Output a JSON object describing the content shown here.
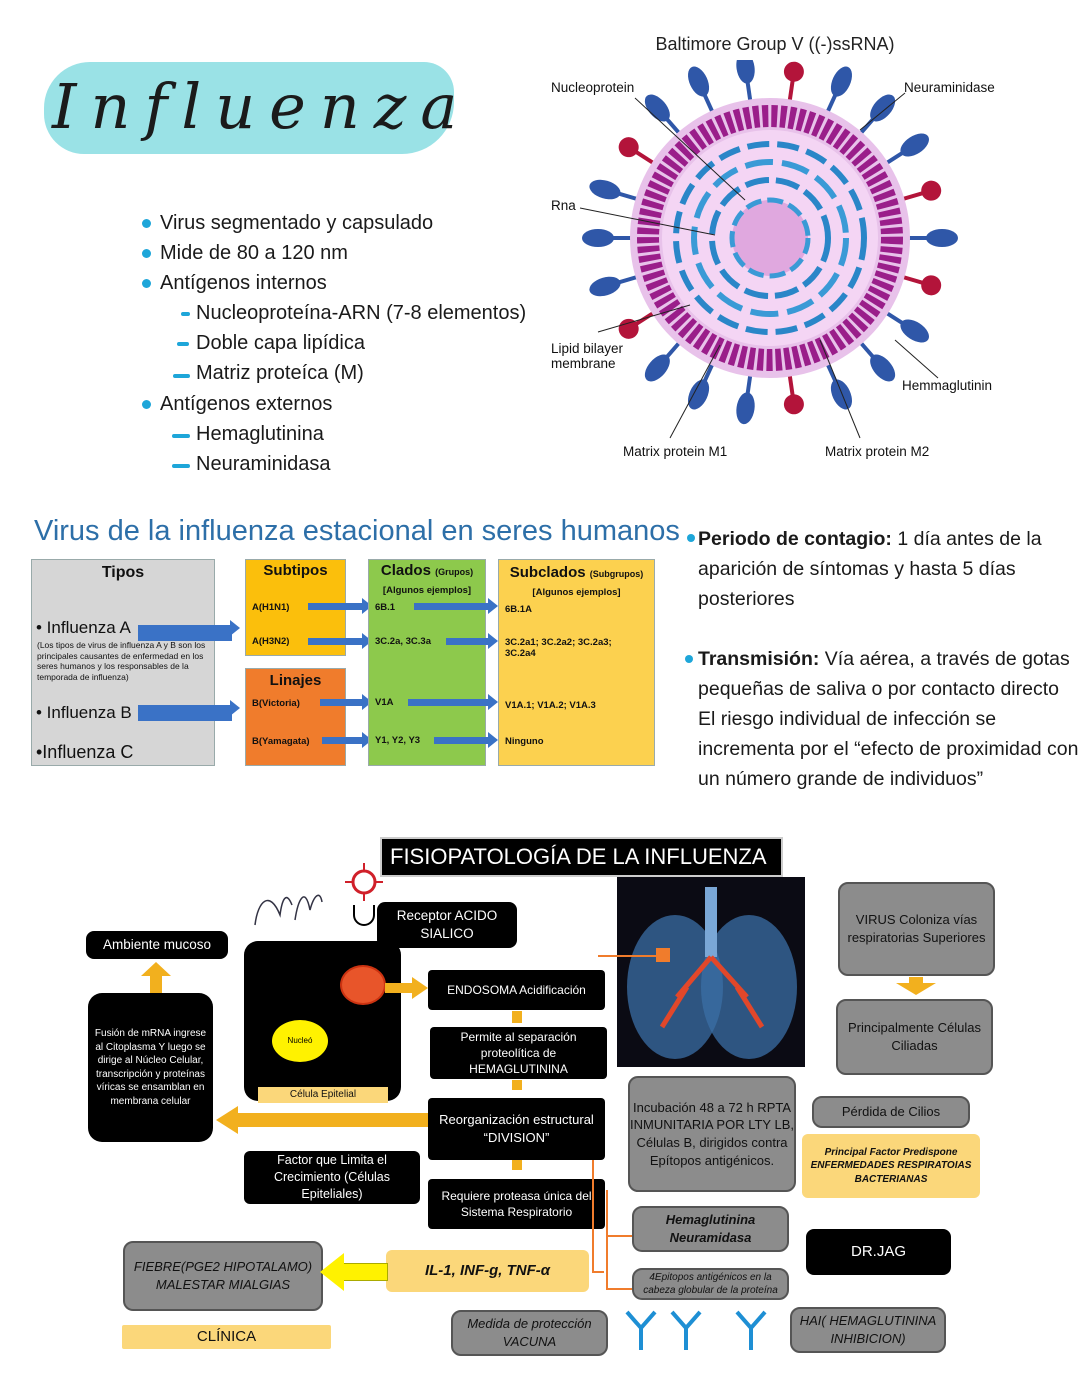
{
  "header": {
    "title": "Influenza"
  },
  "facts": {
    "items": [
      {
        "level": 1,
        "text": "Virus segmentado y capsulado"
      },
      {
        "level": 1,
        "text": "Mide de 80 a 120 nm"
      },
      {
        "level": 1,
        "text": "Antígenos internos"
      },
      {
        "level": 2,
        "text": "Nucleoproteína-ARN (7-8 elementos)"
      },
      {
        "level": 2,
        "text": "Doble capa lipídica"
      },
      {
        "level": 2,
        "text": "Matriz proteíca (M)"
      },
      {
        "level": 1,
        "text": "Antígenos externos"
      },
      {
        "level": 2,
        "text": "Hemaglutinina"
      },
      {
        "level": 2,
        "text": "Neuraminidasa"
      }
    ]
  },
  "virus_diagram": {
    "title": "Baltimore Group V ((-)ssRNA)",
    "labels": {
      "nucleoprotein": "Nucleoprotein",
      "neuraminidase": "Neuraminidase",
      "rna": "Rna",
      "lipid1": "Lipid bilayer",
      "lipid2": "membrane",
      "hemagglutinin": "Hemmaglutinin",
      "m1": "Matrix protein M1",
      "m2": "Matrix protein M2"
    },
    "colors": {
      "spike": "#2f57a8",
      "neuraminidase": "#b3143a",
      "membrane": "#9a1e8a",
      "inner": "#d69ad9"
    }
  },
  "seasonal": {
    "title": "Virus de la influenza estacional en seres humanos",
    "tipos": {
      "header": "Tipos",
      "a": "• Influenza  A",
      "note": "(Los tipos de virus de influenza A y B son los principales causantes de enfermedad en los seres humanos y los responsables de la temporada de influenza)",
      "b": "• Influenza  B",
      "c": "•Influenza C"
    },
    "subtipos": {
      "header": "Subtipos",
      "items": [
        "A(H1N1)",
        "A(H3N2)"
      ]
    },
    "linajes": {
      "header": "Linajes",
      "items": [
        "B(Victoria)",
        "B(Yamagata)"
      ]
    },
    "clados": {
      "header": "Clados",
      "header_small": "(Grupos)",
      "sub": "[Algunos ejemplos]",
      "items": [
        "6B.1",
        "3C.2a, 3C.3a",
        "V1A",
        "Y1, Y2, Y3"
      ]
    },
    "subclados": {
      "header": "Subclados",
      "header_small": "(Subgrupos)",
      "sub": "[Algunos ejemplos]",
      "items": [
        "6B.1A",
        "3C.2a1; 3C.2a2; 3C.2a3; 3C.2a4",
        "V1A.1; V1A.2; V1A.3",
        "Ninguno"
      ]
    }
  },
  "contagio": {
    "label": "Periodo de contagio:",
    "text1": " 1 día antes de la",
    "line2": "aparición de síntomas y hasta 5 días",
    "line3": "posteriores"
  },
  "transmision": {
    "label": "Transmisión:",
    "text1": " Vía aérea, a través de gotas",
    "line2": "pequeñas de saliva o por contacto directo",
    "line3": "El riesgo individual de infección se",
    "line4": "incrementa por el “efecto de proximidad con",
    "line5": "un número grande de individuos”"
  },
  "fisio": {
    "title": "FISIOPATOLOGÍA DE LA INFLUENZA",
    "receptor": "Receptor ACIDO SIALICO",
    "ambiente": "Ambiente mucoso",
    "endosoma": "ENDOSOMA Acidificación",
    "permite": "Permite al separación proteolítica de HEMAGLUTININA",
    "fusion": "Fusión de mRNA ingrese al Citoplasma Y luego se dirige al Núcleo Celular, transcripción y proteínas víricas se ensamblan en membrana celular",
    "nucleo": "Nucleó",
    "celula": "Célula Epitelial",
    "reorg": "Reorganización estructural “DIVISION”",
    "factor": "Factor que Limita el Crecimiento (Células Epiteliales)",
    "requiere": "Requiere proteasa única del Sistema Respiratorio",
    "incubacion": "Incubación 48 a 72 h RPTA INMUNITARIA POR LTY LB, Células B, dirigidos contra Epítopos antigénicos.",
    "virus": "VIRUS Coloniza vías respiratorias Superiores",
    "ciliadas": "Principalmente Células Ciliadas",
    "perdida": "Pérdida de Cilios",
    "factor_pred": "Principal Factor Predispone ENFERMEDADES RESPIRATOIAS BACTERIANAS",
    "hemaneura": "Hemaglutinina Neuramidasa",
    "drjag": "DR.JAG",
    "epitopos": "4Epitopos antigénicos en la cabeza globular de la proteína",
    "il1": "IL-1, INF-g, TNF-α",
    "fiebre": "FIEBRE(PGE2 HIPOTALAMO) MALESTAR MIALGIAS",
    "clinica": "CLÍNICA",
    "medida": "Medida de protección VACUNA",
    "hai": "HAI( HEMAGLUTININA INHIBICION)"
  }
}
